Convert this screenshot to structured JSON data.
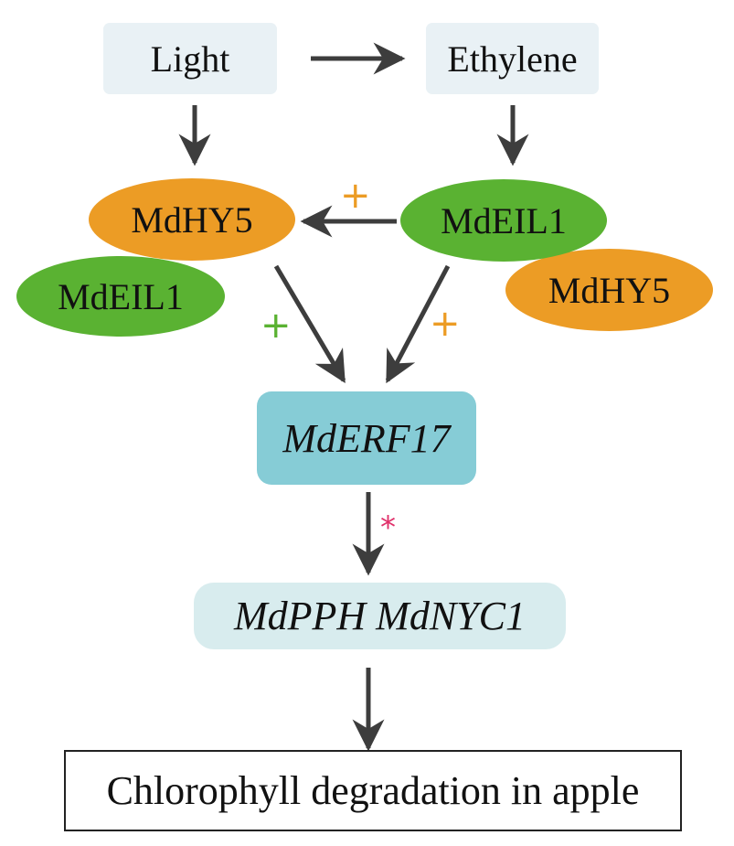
{
  "diagram": {
    "nodes": {
      "light": "Light",
      "ethylene": "Ethylene",
      "left_hy5": "MdHY5",
      "left_eil1": "MdEIL1",
      "right_eil1": "MdEIL1",
      "right_hy5": "MdHY5",
      "erf17": "MdERF17",
      "targets": "MdPPH MdNYC1",
      "outcome": "Chlorophyll degradation in apple"
    },
    "marks": {
      "plus_eil1_to_hy5": "+",
      "plus_left_to_erf17": "+",
      "plus_right_to_erf17": "+",
      "asterisk_erf17_to_targets": "*"
    },
    "colors": {
      "orange": "#ec9c25",
      "green": "#5ab232",
      "teal": "#86ccd6",
      "pale": "#d8ecee",
      "arrow": "#3d3d3d",
      "asterisk": "#e0306a"
    },
    "edges": [
      {
        "from": "Light",
        "to": "Ethylene"
      },
      {
        "from": "Light",
        "to": "MdHY5"
      },
      {
        "from": "Ethylene",
        "to": "MdEIL1"
      },
      {
        "from": "MdEIL1",
        "to": "MdHY5",
        "sign": "+"
      },
      {
        "from": "MdHY5-MdEIL1",
        "to": "MdERF17",
        "sign": "+"
      },
      {
        "from": "MdEIL1-MdHY5",
        "to": "MdERF17",
        "sign": "+"
      },
      {
        "from": "MdERF17",
        "to": "MdPPH MdNYC1",
        "sign": "*"
      },
      {
        "from": "MdPPH MdNYC1",
        "to": "Chlorophyll degradation in apple"
      }
    ]
  }
}
